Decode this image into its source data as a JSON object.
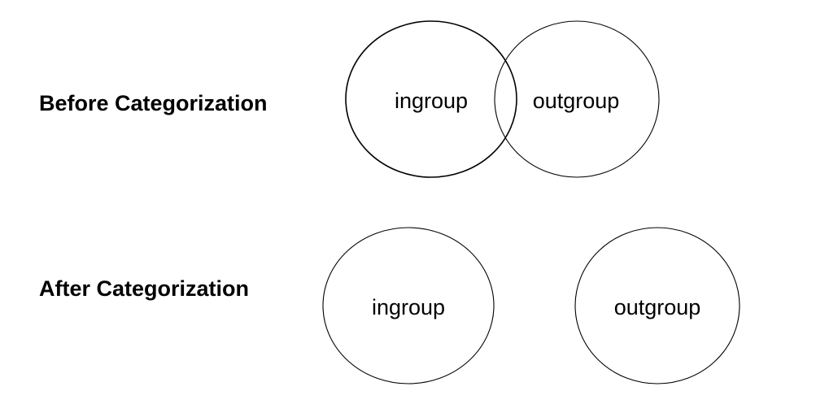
{
  "colors": {
    "background": "#ffffff",
    "stroke": "#000000",
    "text": "#000000"
  },
  "before": {
    "title": "Before Categorization",
    "ingroup_label": "ingroup",
    "outgroup_label": "outgroup",
    "circles_overlap": true
  },
  "after": {
    "title": "After Categorization",
    "ingroup_label": "ingroup",
    "outgroup_label": "outgroup",
    "circles_overlap": false
  }
}
